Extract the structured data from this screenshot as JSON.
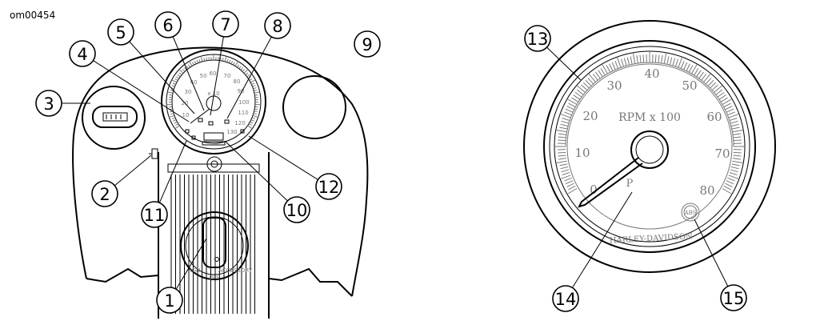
{
  "figure_id": "om00454",
  "callouts": [
    "1",
    "2",
    "3",
    "4",
    "5",
    "6",
    "7",
    "8",
    "9",
    "10",
    "11",
    "12",
    "13",
    "14",
    "15"
  ],
  "speedometer": {
    "scale": [
      "10",
      "20",
      "30",
      "40",
      "50",
      "60",
      "70",
      "80",
      "90",
      "100",
      "110",
      "120",
      "130"
    ],
    "unit": "x 10"
  },
  "ignition": {
    "positions": [
      "IGN",
      "OFF",
      "ACCESSORY"
    ]
  },
  "tachometer": {
    "scale": [
      "0",
      "10",
      "20",
      "30",
      "40",
      "50",
      "60",
      "70",
      "80"
    ],
    "unit": "RPM x 100",
    "brand": "HARLEY-DAVIDSON",
    "p_label": "P",
    "abs_label": "ABS"
  }
}
